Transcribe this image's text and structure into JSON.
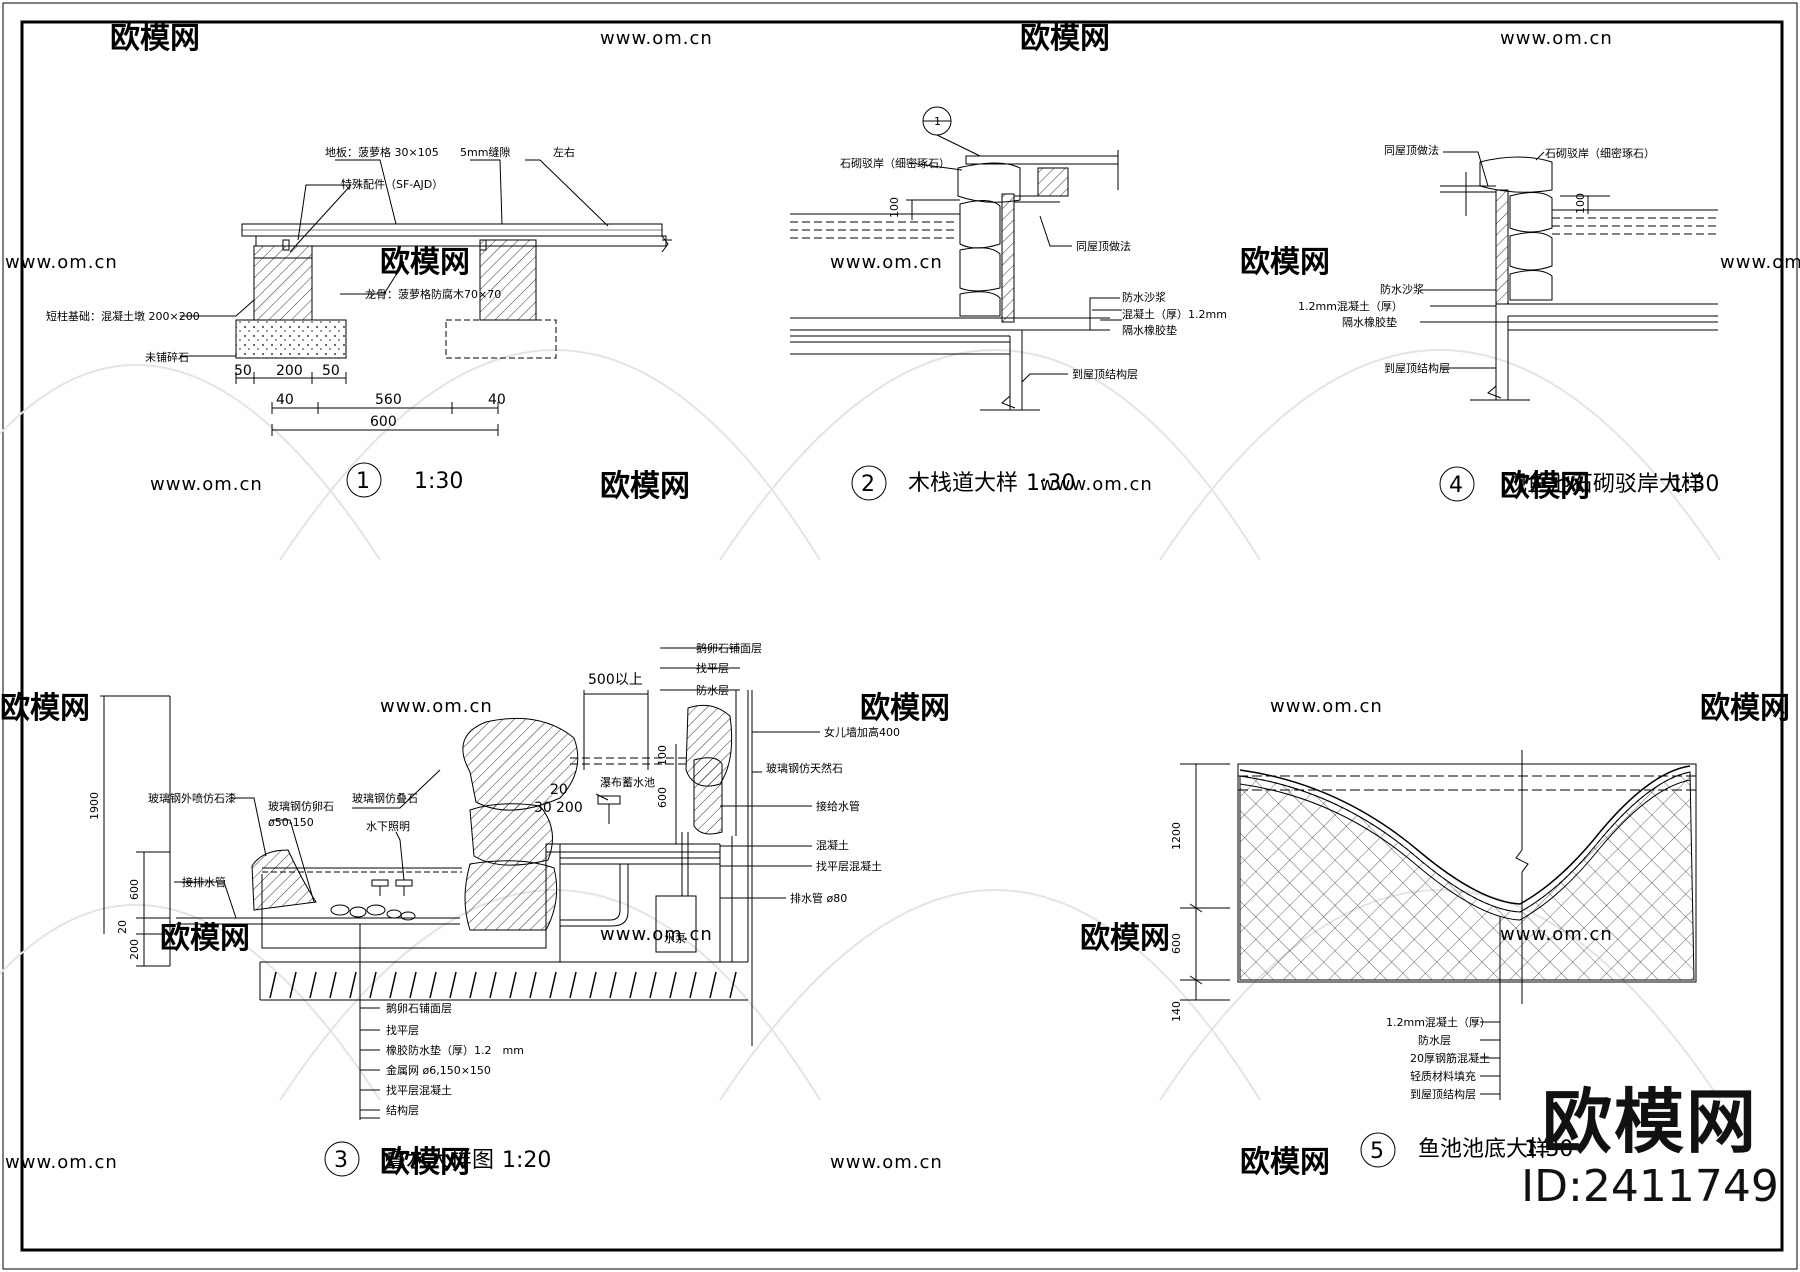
{
  "watermark": {
    "brand": "欧模网",
    "url": "www.om.cn"
  },
  "brand": {
    "name": "欧模网",
    "id": "ID:2411749"
  },
  "details": {
    "d1": {
      "number": "1",
      "scale": "1:30",
      "labels": {
        "floor": "地板：菠萝格 30×105",
        "gap": "5mm缝隙",
        "side": "左右",
        "fitting": "特殊配件（SF-AJD）",
        "keel": "龙骨：菠萝格防腐木70×70",
        "pier": "短柱基础：混凝土墩 200×200",
        "gravel": "未铺碎石"
      },
      "dims": {
        "a": "50",
        "b": "200",
        "c": "50",
        "d": "40",
        "e": "560",
        "f": "40",
        "g": "600"
      }
    },
    "d2": {
      "number": "2",
      "title": "木栈道大样",
      "scale": "1:30",
      "ref": "1",
      "labels": {
        "bank": "石砌驳岸（细密琢石）",
        "roof": "同屋顶做法",
        "mortar": "防水沙浆",
        "concrete": "混凝土（厚）1.2mm",
        "felt": "隔水橡胶垫",
        "roofslab": "到屋顶结构层"
      },
      "dims": {
        "h": "100"
      }
    },
    "d4": {
      "number": "4",
      "title": "观鱼池石砌驳岸大样",
      "scale": "1:30",
      "labels": {
        "roof": "同屋顶做法",
        "bank": "石砌驳岸（细密琢石）",
        "mortar": "防水沙浆",
        "concrete": "1.2mm混凝土（厚）",
        "felt": "隔水橡胶垫",
        "roofslab": "到屋顶结构层"
      },
      "dims": {
        "h": "100"
      }
    },
    "d3": {
      "number": "3",
      "title": "叠水大样图",
      "scale": "1:20",
      "labels": {
        "pebble_top": "鹅卵石铺面层",
        "level_top": "找平层",
        "wp_top": "防水层",
        "parapet": "女儿墙加高400",
        "stone_nat": "玻璃钢仿天然石",
        "supply": "接给水管",
        "concrete": "混凝土",
        "level_conc": "找平层混凝土",
        "drain80": "排水管 ø80",
        "fall": "瀑布蓄水池",
        "spray": "玻璃钢外喷仿石漆",
        "cobble": "玻璃钢仿卵石",
        "cobble_size": "ø50-150",
        "stack": "玻璃钢仿叠石",
        "light": "水下照明",
        "drain": "接排水管",
        "pump": "水泵",
        "pebble": "鹅卵石铺面层",
        "level": "找平层",
        "rubber": "橡胶防水垫（厚）1.2　mm",
        "mesh": "金属网 ø6,150×150",
        "level_conc2": "找平层混凝土",
        "struct": "结构层"
      },
      "dims": {
        "d500": "500以上",
        "d100": "100",
        "d600a": "600",
        "d20": "20",
        "d30": "30",
        "d200": "200",
        "v1900": "1900",
        "v600": "600",
        "v20": "20",
        "v200": "200"
      }
    },
    "d5": {
      "number": "5",
      "title": "鱼池池底大样",
      "scale": "1:30",
      "labels": {
        "concrete": "1.2mm混凝土（厚）",
        "wp": "防水层",
        "rc": "20厚钢筋混凝土",
        "light": "轻质材料填充",
        "roofslab": "到屋顶结构层"
      },
      "dims": {
        "v1200": "1200",
        "v600": "600",
        "v140": "140"
      }
    }
  }
}
